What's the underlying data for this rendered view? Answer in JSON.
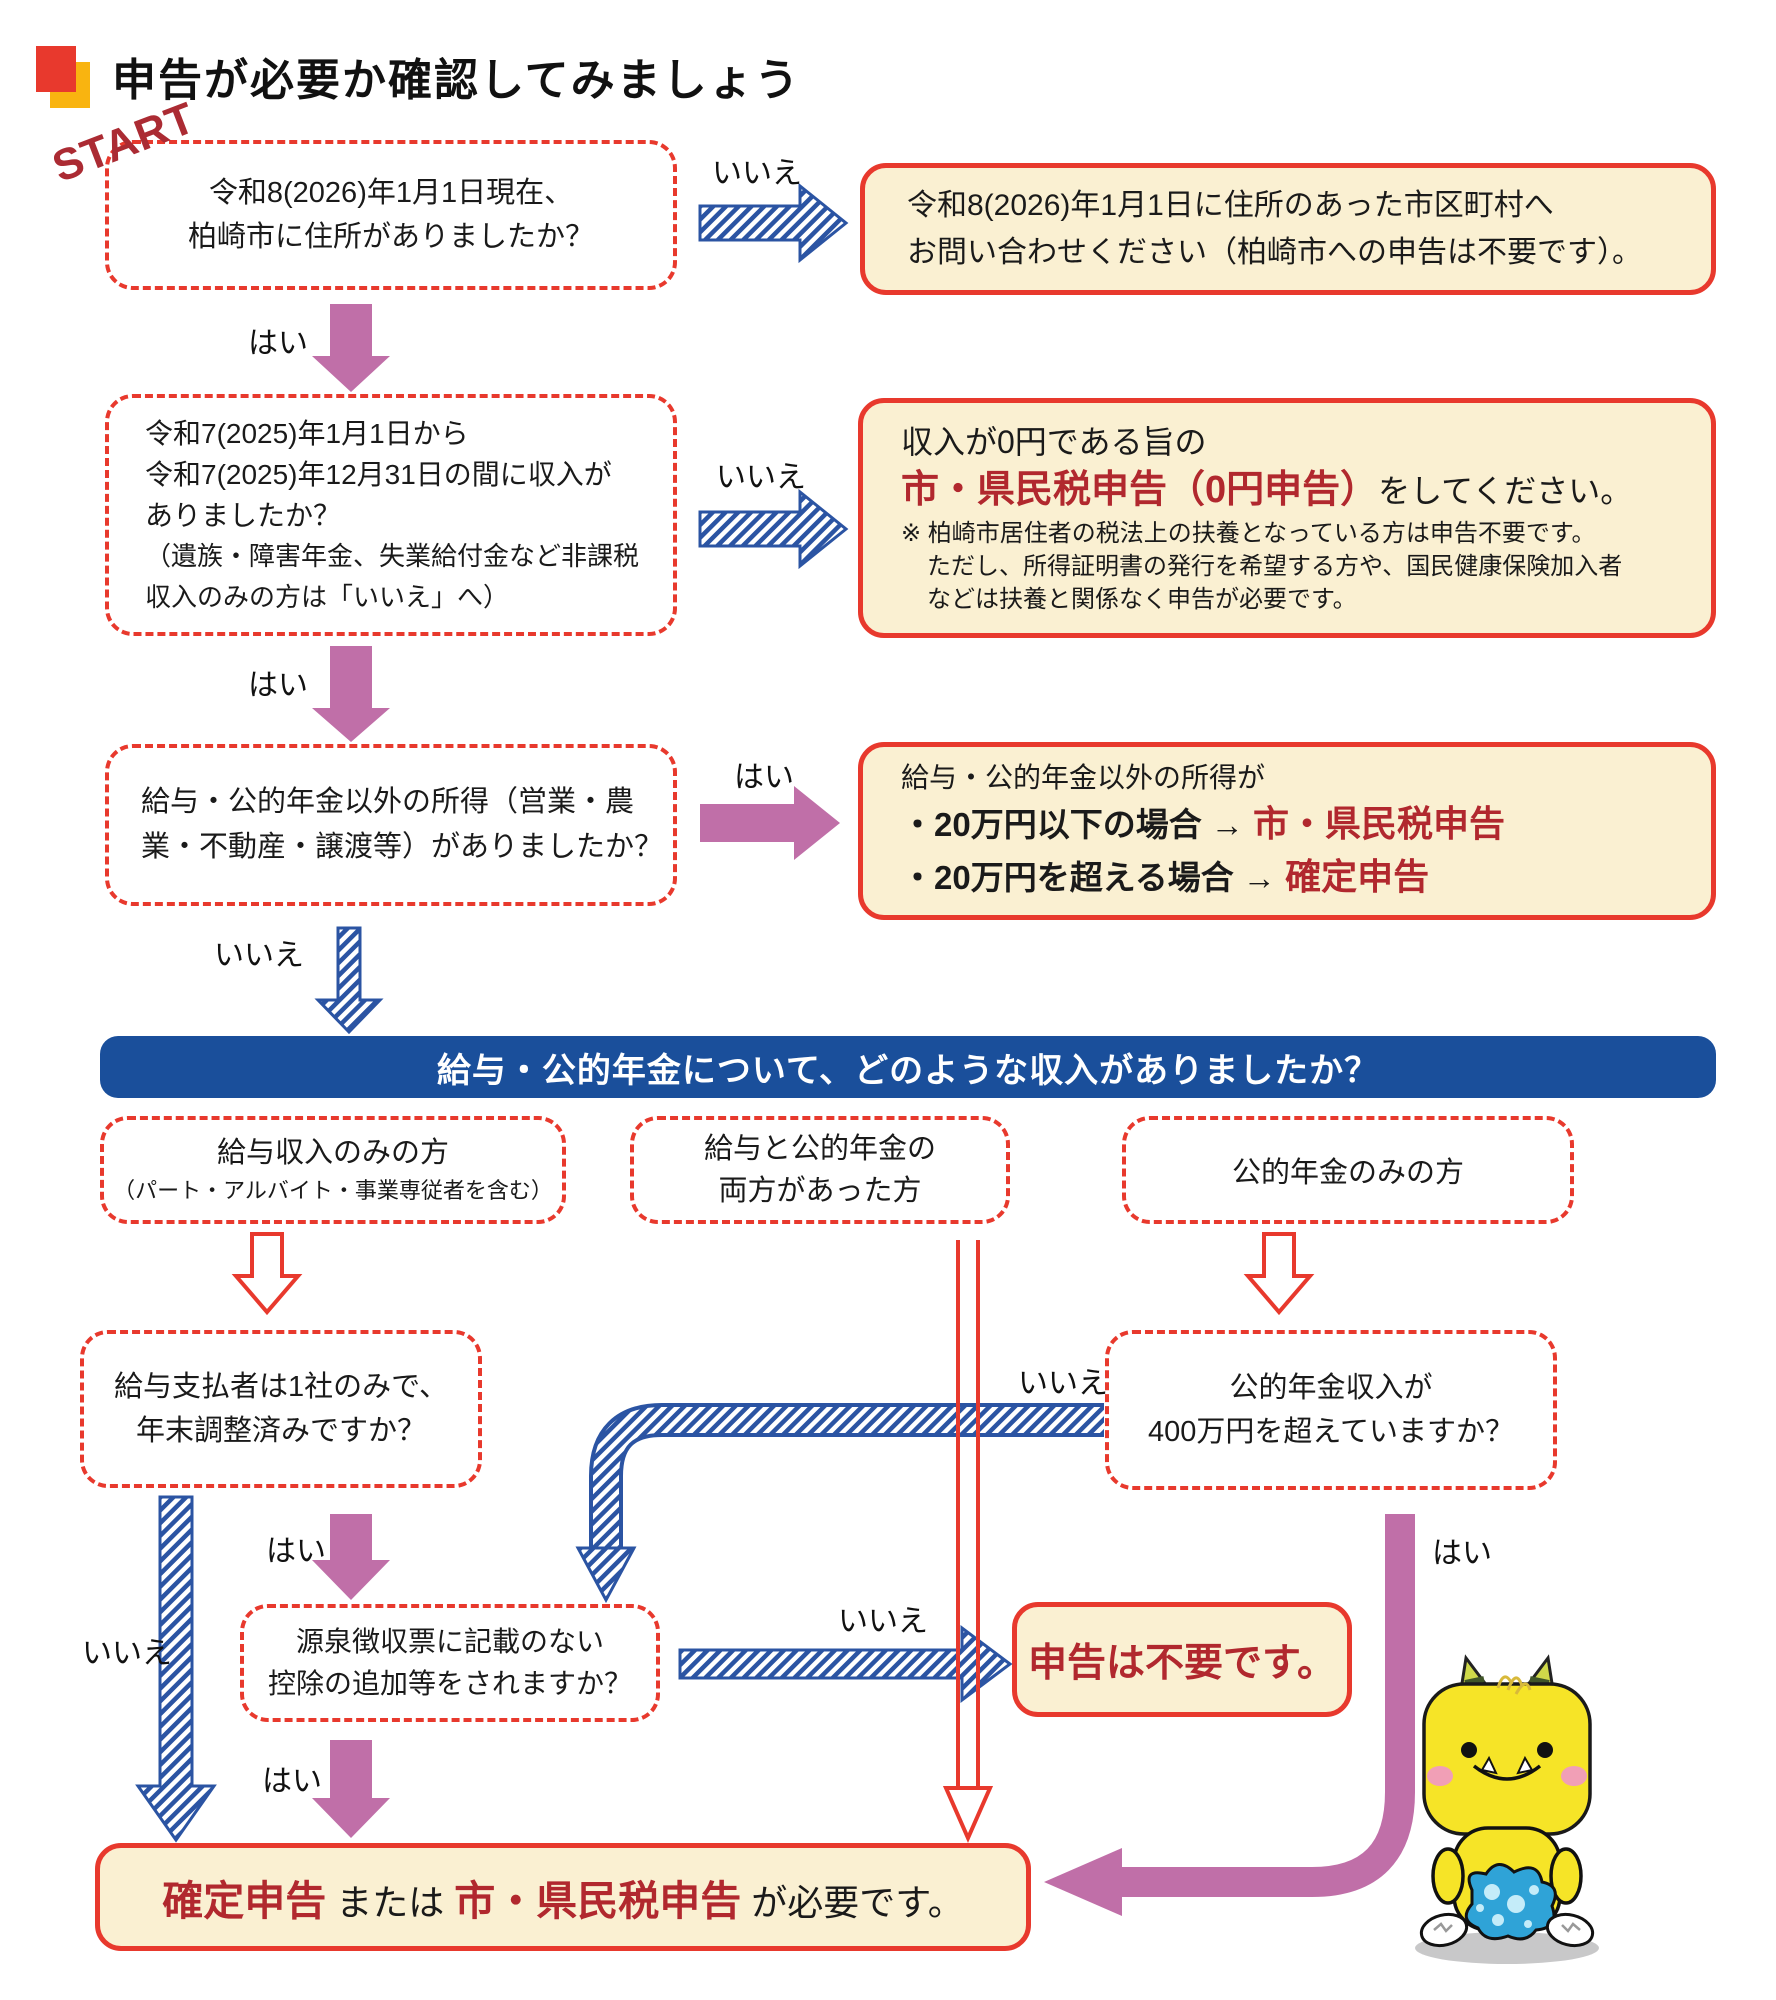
{
  "page": {
    "title": "申告が必要か確認してみましょう",
    "start_label": "START"
  },
  "labels": {
    "yes": "はい",
    "no": "いいえ"
  },
  "flow": {
    "q1": {
      "line1": "令和8(2026)年1月1日現在、",
      "line2": "柏崎市に住所がありましたか？"
    },
    "a1": {
      "line1": "令和8(2026)年1月1日に住所のあった市区町村へ",
      "line2": "お問い合わせください（柏崎市への申告は不要です）。"
    },
    "q2": {
      "line1": "令和7(2025)年1月1日から",
      "line2": "令和7(2025)年12月31日の間に収入が",
      "line3": "ありましたか？",
      "line4": "（遺族・障害年金、失業給付金など非課税",
      "line5": "収入のみの方は「いいえ」へ）"
    },
    "a2": {
      "line1": "収入が0円である旨の",
      "line2_red": "市・県民税申告（0円申告）",
      "line2_black": "をしてください。",
      "note1": "※ 柏崎市居住者の税法上の扶養となっている方は申告不要です。",
      "note2": "ただし、所得証明書の発行を希望する方や、国民健康保険加入者",
      "note3": "などは扶養と関係なく申告が必要です。"
    },
    "q3": {
      "line1": "給与・公的年金以外の所得（営業・農",
      "line2": "業・不動産・譲渡等）がありましたか？"
    },
    "a3": {
      "line1": "給与・公的年金以外の所得が",
      "line2_black": "・20万円以下の場合 → ",
      "line2_red": "市・県民税申告",
      "line3_black": "・20万円を超える場合 → ",
      "line3_red": "確定申告"
    },
    "banner": "給与・公的年金について、どのような収入がありましたか？",
    "catA": {
      "line1": "給与収入のみの方",
      "line2": "（パート・アルバイト・事業専従者を含む）"
    },
    "catB": {
      "line1": "給与と公的年金の",
      "line2": "両方があった方"
    },
    "catC": {
      "line1": "公的年金のみの方"
    },
    "qL": {
      "line1": "給与支払者は1社のみで、",
      "line2": "年末調整済みですか？"
    },
    "qR": {
      "line1": "公的年金収入が",
      "line2": "400万円を超えていますか？"
    },
    "qM": {
      "line1": "源泉徴収票に記載のない",
      "line2": "控除の追加等をされますか？"
    },
    "no_need": "申告は不要です。",
    "final": {
      "red1": "確定申告",
      "mid": " または ",
      "red2": "市・県民税申告",
      "end": " が必要です。"
    }
  },
  "colors": {
    "box_border_red": "#e8392d",
    "cream_fill": "#faf0d2",
    "dark_red_text": "#b1282e",
    "banner_blue": "#1a4f9b",
    "stripe_arrow_blue": "#2b54a3",
    "yes_arrow_purple": "#c06fa8",
    "mascot_yellow": "#f6e427"
  }
}
